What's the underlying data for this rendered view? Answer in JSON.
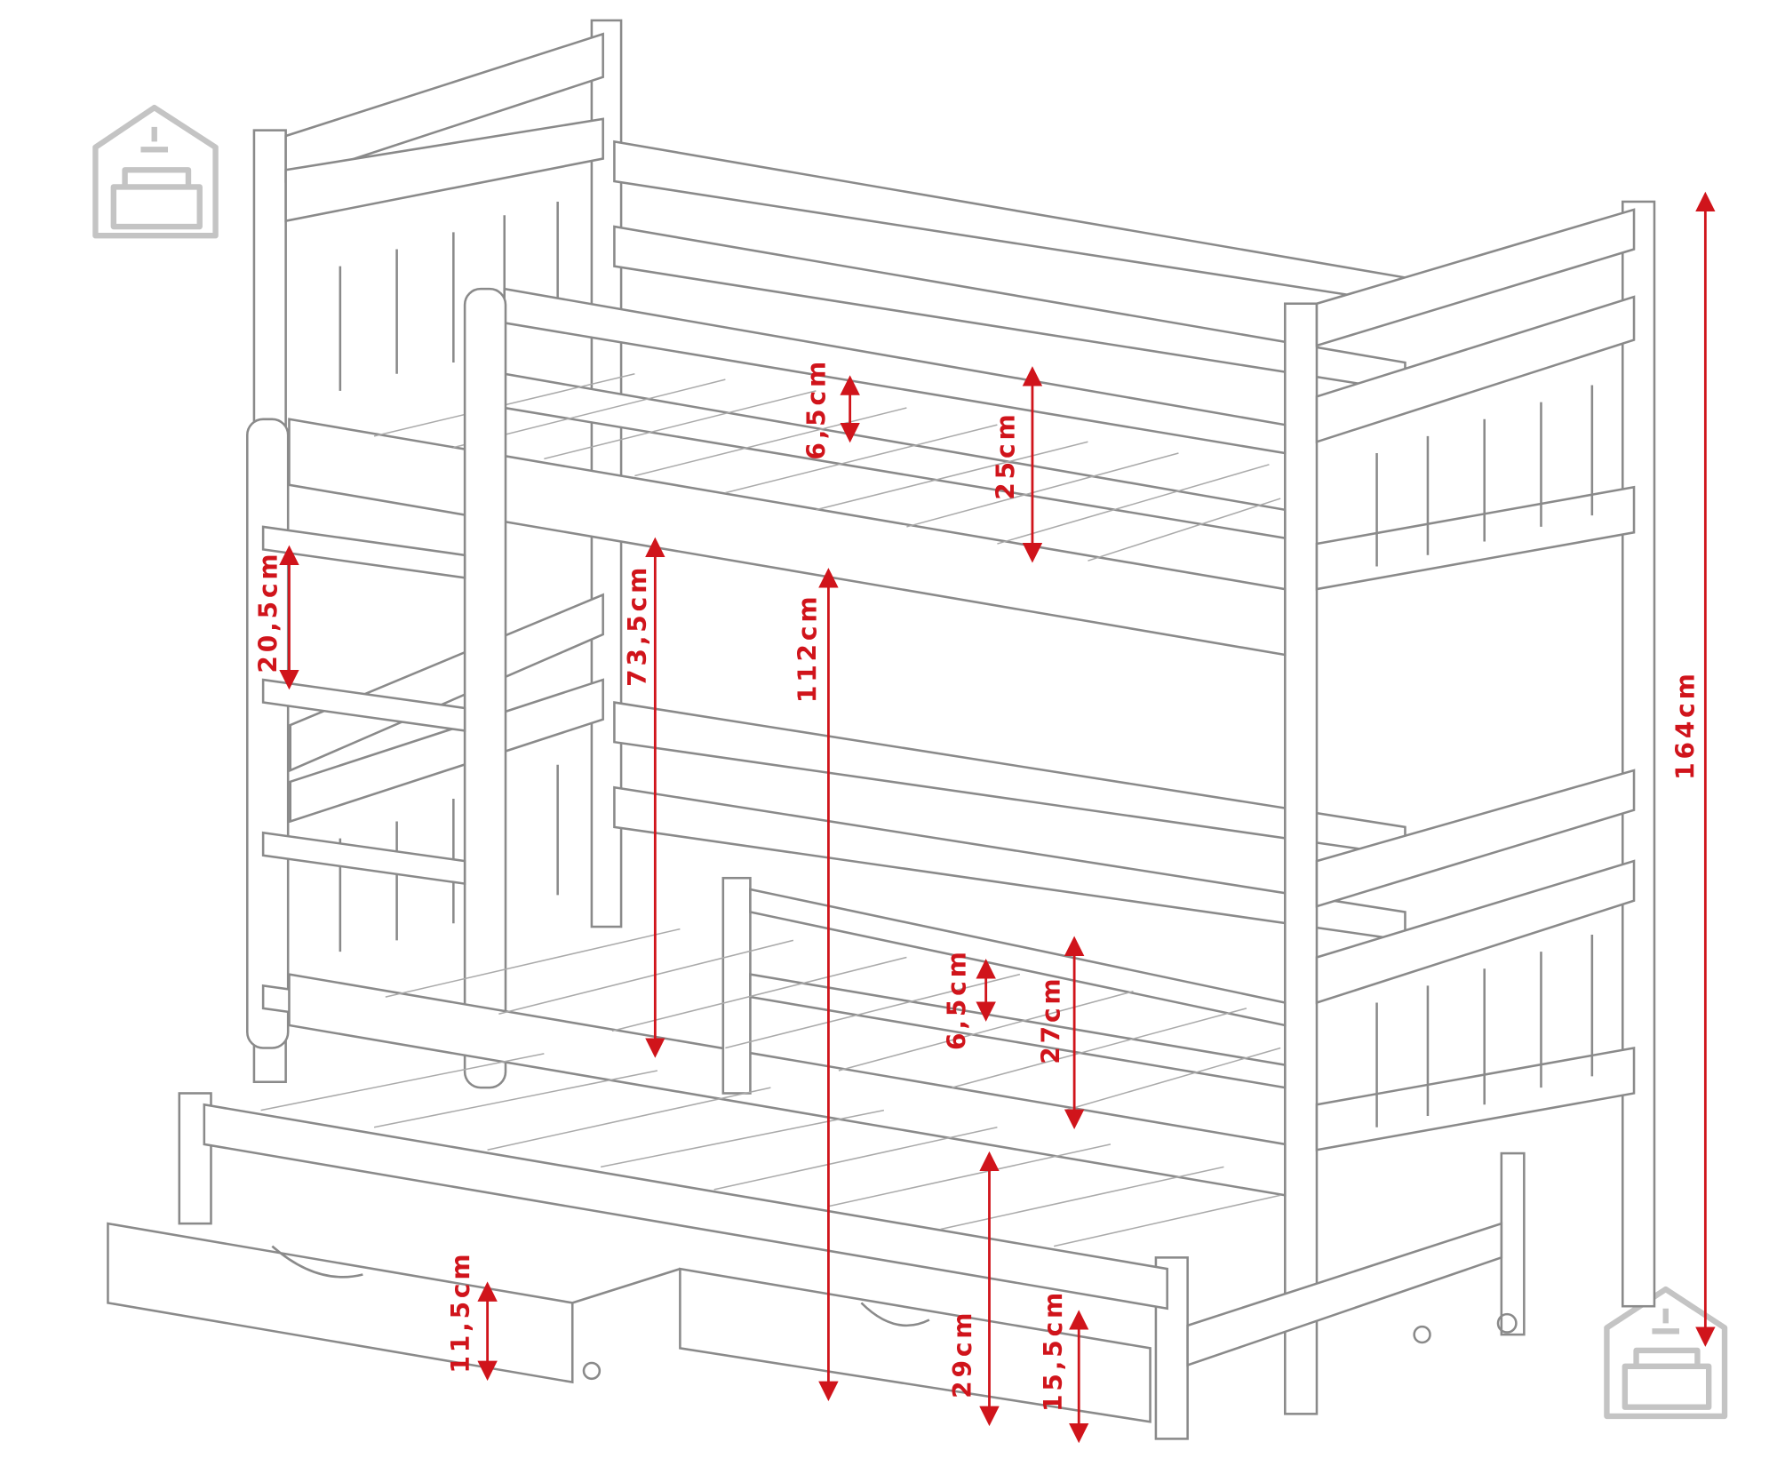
{
  "colors": {
    "dimension": "#d0141b",
    "outline": "#8a8a8a",
    "logo": "#c4c4c4"
  },
  "logo_icon": "house-with-sofa-icon",
  "dimensions": {
    "upper_slat_gap": "6,5cm",
    "upper_rail_height": "25cm",
    "ladder_step": "20,5cm",
    "lower_bunk_clearance": "73,5cm",
    "upper_bed_height": "112cm",
    "total_height": "164cm",
    "lower_slat_gap": "6,5cm",
    "lower_rail_height": "27cm",
    "drawer_height": "11,5cm",
    "trundle_height": "29cm",
    "trundle_frame_height": "15,5cm"
  }
}
